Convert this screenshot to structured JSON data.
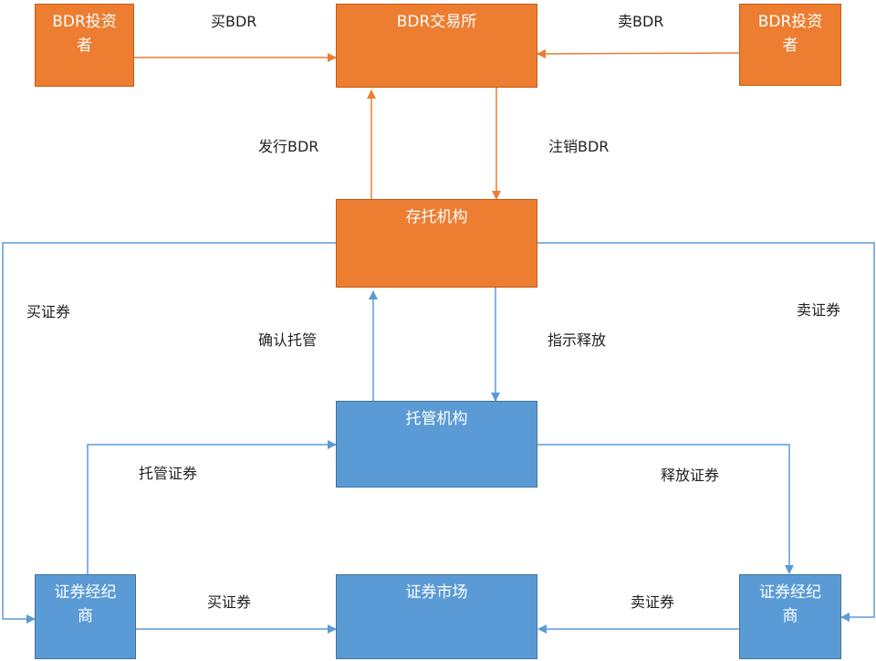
{
  "nodes": {
    "investor_left": "BDR投资者",
    "exchange": "BDR交易所",
    "investor_right": "BDR投资者",
    "depository": "存托机构",
    "custodian": "托管机构",
    "broker_left": "证券经纪商",
    "market": "证券市场",
    "broker_right": "证券经纪商"
  },
  "edges": {
    "buy_bdr": "买BDR",
    "sell_bdr": "卖BDR",
    "issue_bdr": "发行BDR",
    "cancel_bdr": "注销BDR",
    "buy_sec_left": "买证券",
    "sell_sec_right": "卖证券",
    "confirm_custody": "确认托管",
    "instruct_release": "指示释放",
    "custody_sec": "托管证券",
    "release_sec": "释放证券",
    "buy_sec_bottom": "买证券",
    "sell_sec_bottom": "卖证券"
  },
  "colors": {
    "orange": "#ED7D31",
    "orange_line": "#ED7D31",
    "blue": "#5B9BD5",
    "blue_line": "#5B9BD5"
  }
}
